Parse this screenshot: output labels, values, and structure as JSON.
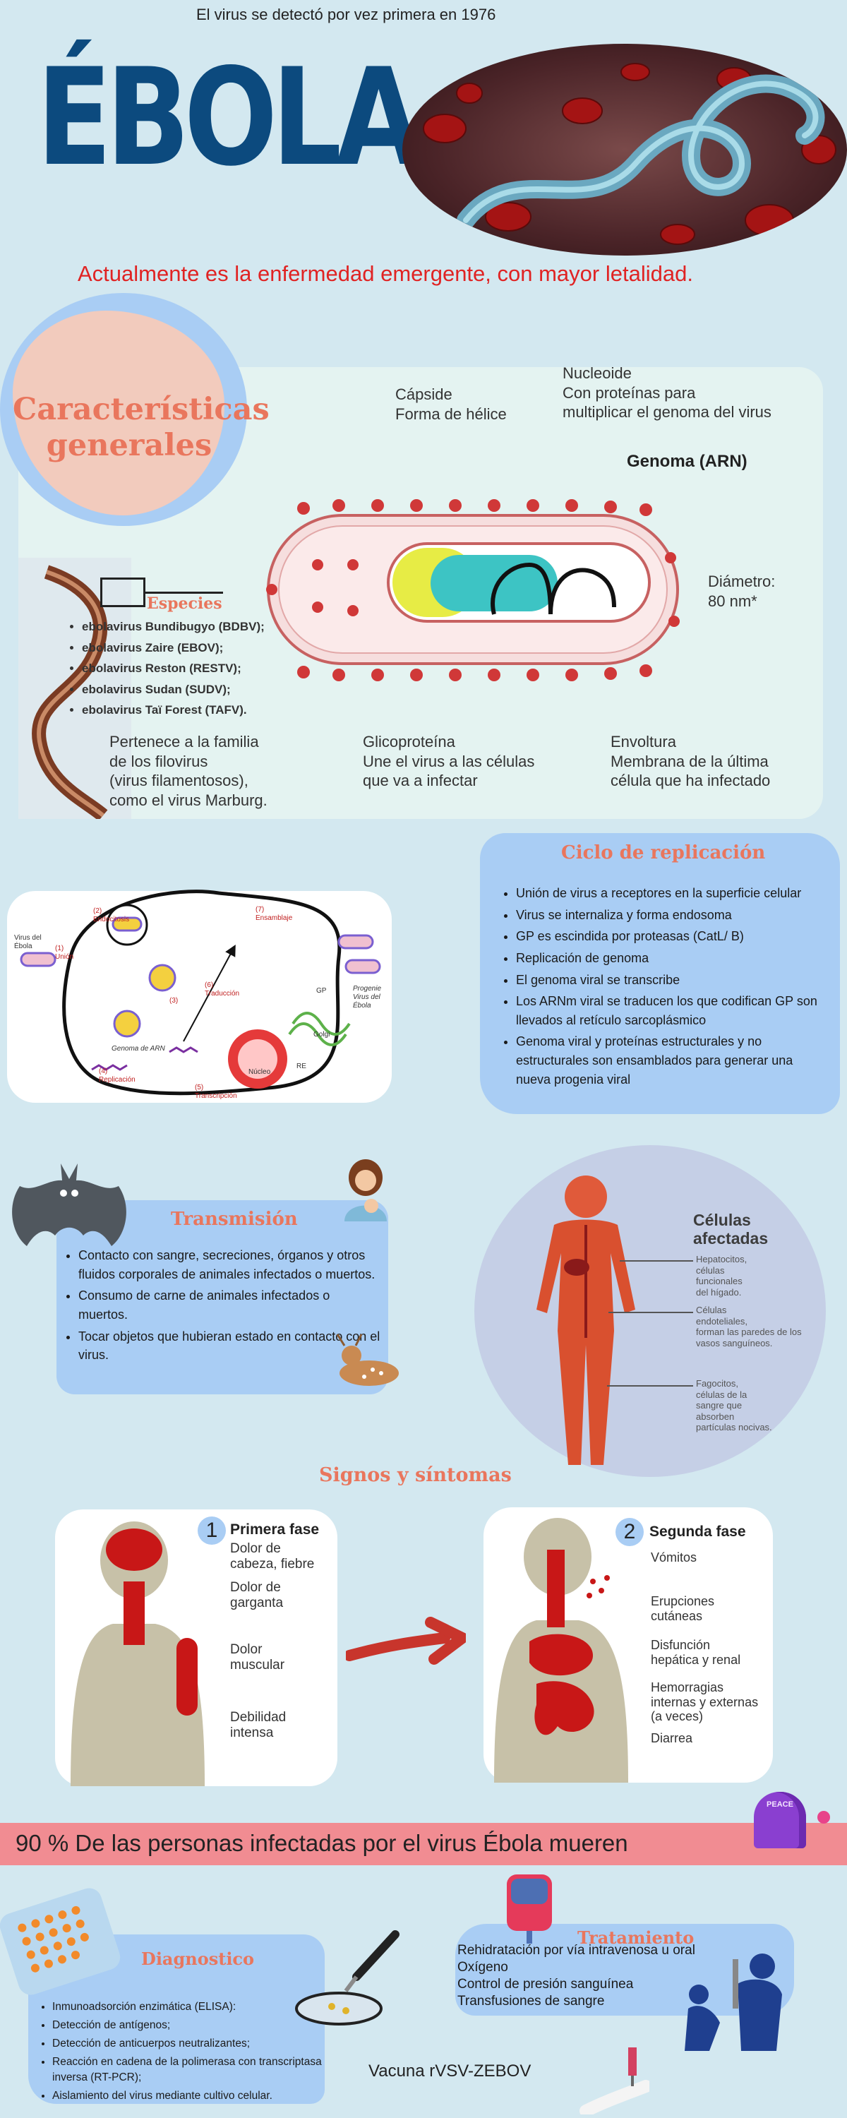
{
  "header": {
    "intro": "El virus se detectó por vez primera en 1976",
    "title": "ÉBOLA",
    "subtitle": "Actualmente es la enfermedad emergente, con mayor letalidad."
  },
  "caracteristicas": {
    "title": "Características generales",
    "capsida": "Cápside\nForma de hélice",
    "nucleoide": "Nucleoide\nCon proteínas para\nmultiplicar el genoma del virus",
    "genoma": "Genoma (ARN)",
    "diametro": "Diámetro:\n80 nm*",
    "glicoproteina": "Glicoproteína\nUne el virus a las células\nque va a infectar",
    "envoltura": "Envoltura\nMembrana de la última\ncélula que ha infectado",
    "familia": "Pertenece a la familia\nde los filovirus\n(virus filamentosos),\ncomo el virus Marburg.",
    "especies_title": "Especies",
    "especies": [
      "ebolavirus Bundibugyo (BDBV);",
      "ebolavirus Zaire (EBOV);",
      "ebolavirus Reston (RESTV);",
      "ebolavirus Sudan (SUDV);",
      "ebolavirus Taï Forest (TAFV)."
    ]
  },
  "ciclo": {
    "title": "Ciclo de replicación",
    "items": [
      "Unión de virus a receptores en la superficie celular",
      "Virus se internaliza y forma endosoma",
      "GP es escindida por proteasas (CatL/ B)",
      "Replicación de genoma",
      "El genoma viral  se transcribe",
      "Los ARNm viral se traducen  los que codifican GP son llevados al retículo sarcoplásmico",
      "Genoma viral y proteínas estructurales  y no estructurales son ensamblados para generar una nueva progenia viral"
    ],
    "diagram": {
      "virus": "Virus del\nÉbola",
      "union": "(1)\nUnión",
      "endocitosis": "(2)\nEndocitosis",
      "paso3": "(3)",
      "genoma": "Genoma de ARN",
      "replicacion": "(4)\nReplicación",
      "transcripcion": "(5)\nTranscripción",
      "traduccion": "(6)\nTraducción",
      "ensamblaje": "(7)\nEnsamblaje",
      "gp": "GP",
      "golgi": "Golgi",
      "nucleo": "Núcleo",
      "re": "RE",
      "progenie": "Progenie\nVirus del\nÉbola"
    }
  },
  "transmision": {
    "title": "Transmisión",
    "items": [
      "Contacto con sangre, secreciones, órganos y otros fluidos corporales de animales infectados o muertos.",
      "Consumo de carne de animales infectados o muertos.",
      "Tocar objetos que hubieran estado en contacto con el virus."
    ]
  },
  "celulas": {
    "title": "Células\nafectadas",
    "l1": "Hepatocitos,\ncélulas\nfuncionales\ndel hígado.",
    "l2": "Células\nendoteliales,\nforman las paredes de los\nvasos sanguíneos.",
    "l3": "Fagocitos,\ncélulas de la\nsangre que\nabsorben\npartículas nocivas."
  },
  "signos": {
    "title": "Signos y síntomas",
    "fase1": {
      "num": "1",
      "title": "Primera fase",
      "items": [
        "Dolor de\ncabeza, fiebre",
        "Dolor de\ngarganta",
        "Dolor\nmuscular",
        "Debilidad\nintensa"
      ]
    },
    "fase2": {
      "num": "2",
      "title": "Segunda fase",
      "items": [
        "Vómitos",
        "Erupciones\ncutáneas",
        "Disfunción\nhepática y renal",
        "Hemorragias\ninternas y externas\n(a veces)",
        "Diarrea"
      ]
    }
  },
  "mortalidad": {
    "text": "90 % De las personas infectadas por el virus Ébola mueren",
    "tomb": "PEACE"
  },
  "diagnostico": {
    "title": "Diagnostico",
    "items": [
      "Inmunoadsorción enzimática (ELISA):",
      "Detección de antígenos;",
      "Detección de anticuerpos neutralizantes;",
      "Reacción en cadena de la polimerasa con transcriptasa inversa (RT-PCR);",
      "Aislamiento del virus mediante cultivo celular."
    ]
  },
  "tratamiento": {
    "title": "Tratamiento",
    "items": [
      "Rehidratación por vía intravenosa u oral",
      "Oxígeno",
      "Control de  presión sanguínea",
      "Transfusiones de sangre"
    ],
    "vacuna": "Vacuna rVSV-ZEBOV"
  },
  "colors": {
    "title_blue": "#0c4a7e",
    "red": "#e02323",
    "salmon": "#e9765d",
    "card_blue": "#a9cdf4",
    "banner_pink": "#f18c92"
  }
}
